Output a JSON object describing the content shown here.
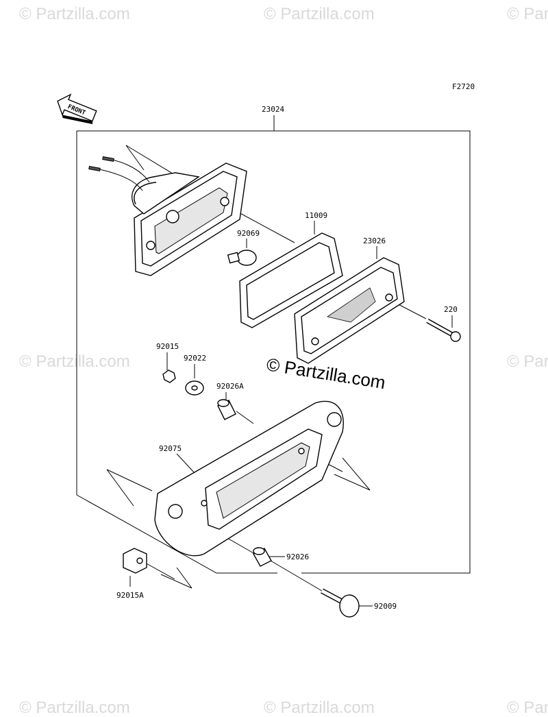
{
  "figure_code": "F2720",
  "front_arrow_label": "FRONT",
  "watermark_text": "© Partzilla.com",
  "parts": {
    "assembly": "23024",
    "lens_gasket": "11009",
    "lens": "23026",
    "screw_220": "220",
    "bulb": "92069",
    "nut": "92015",
    "washer": "92022",
    "collar_a": "92026A",
    "bracket": "92075",
    "collar": "92026",
    "bolt": "92009",
    "clip_nut": "92015A"
  }
}
